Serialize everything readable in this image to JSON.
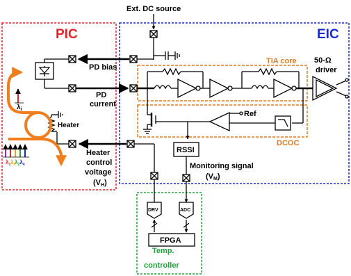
{
  "source": {
    "label": "Ext. DC source"
  },
  "regions": {
    "pic": {
      "label": "PIC",
      "color": "#e8202a"
    },
    "eic": {
      "label": "EIC",
      "color": "#1a2ad6"
    },
    "tia": {
      "label": "TIA core",
      "color": "#e07a1c"
    },
    "dcoc": {
      "label": "DCOC",
      "color": "#e07a1c"
    },
    "controller": {
      "label_line1": "Temp.",
      "label_line2": "controller",
      "color": "#22a33a"
    }
  },
  "signals": {
    "pd_bias": "PD bias",
    "pd_current_1": "PD",
    "pd_current_2": "current",
    "heater_ctrl_1": "Heater",
    "heater_ctrl_2": "control",
    "heater_ctrl_3": "voltage",
    "heater_ctrl_4": "(V",
    "heater_ctrl_sub": "H",
    "heater_ctrl_5": ")",
    "monitor_1": "Monitoring signal",
    "monitor_2": "(V",
    "monitor_sub": "M",
    "monitor_3": ")",
    "ref": "Ref"
  },
  "blocks": {
    "driver_1": "50-Ω",
    "driver_2": "driver",
    "rssi": "RSSI",
    "fpga": "FPGA",
    "drv": "DRV",
    "adc": "ADC",
    "heater": "Heater"
  },
  "wavelengths": {
    "single": {
      "base": "λ",
      "sub": "i"
    },
    "multi": [
      {
        "base": "λ",
        "sub": "1",
        "color": "#e8202a"
      },
      {
        "base": "λ",
        "sub": "i",
        "color": "#f4a21a"
      },
      {
        "base": "λ",
        "sub": "2",
        "color": "#22a33a"
      },
      {
        "base": "λ",
        "sub": "4",
        "color": "#1a2ad6"
      }
    ]
  },
  "colors": {
    "waveguide": "#f07d1e",
    "multi_arrows": [
      "#e8202a",
      "#f4a21a",
      "#22a33a",
      "#1a2ad6",
      "#8a2be2"
    ]
  }
}
